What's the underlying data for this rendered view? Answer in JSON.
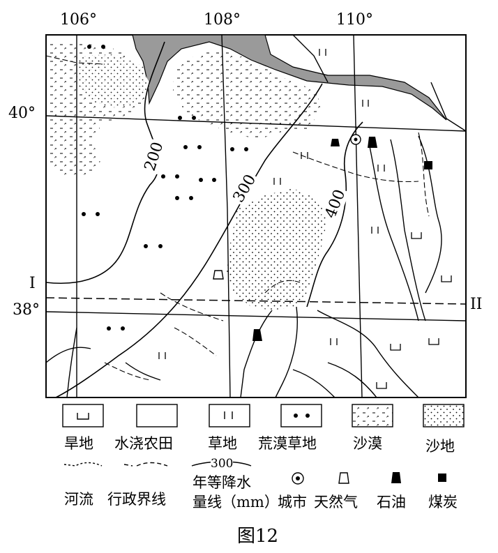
{
  "coords": {
    "lon": [
      "106°",
      "108°",
      "110°"
    ],
    "lat": [
      "40°",
      "38°"
    ]
  },
  "section": {
    "start": "I",
    "end": "II"
  },
  "isohyets": [
    "200",
    "300",
    "400"
  ],
  "legend": {
    "row1": [
      "旱地",
      "水浇农田",
      "草地",
      "荒漠草地",
      "沙漠",
      "沙地"
    ],
    "isohyet_sample": "300",
    "row2": [
      "河流",
      "行政界线",
      "年等降水",
      "量线（mm）",
      "城市",
      "天然气",
      "石油",
      "煤炭"
    ]
  },
  "caption": "图12",
  "colors": {
    "gray_area": "#9a9a9a",
    "line": "#000000"
  },
  "icons": [
    "river-icon",
    "boundary-icon",
    "city-icon",
    "natural-gas-icon",
    "oil-icon",
    "coal-icon"
  ]
}
